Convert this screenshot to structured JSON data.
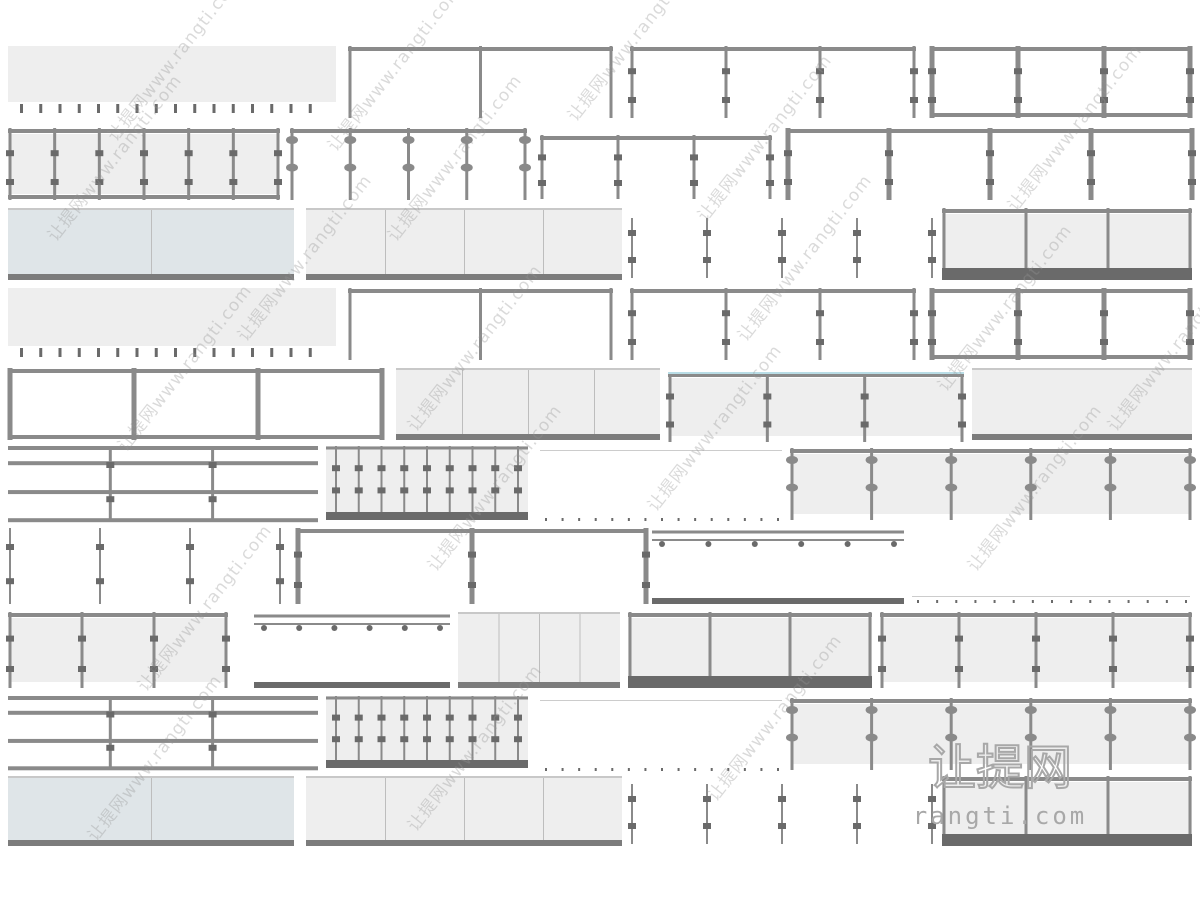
{
  "sheet": {
    "kind": "railing-model-catalog",
    "background": "#ffffff",
    "colors": {
      "glass": "#eeeeee",
      "glass_tint": "#dfe5e8",
      "glass_blue_edge": "#b9dde6",
      "metal": "#8a8a8a",
      "metal_dark": "#6a6a6a",
      "base": "#7c7c7c",
      "watermark": "#b4b4b4"
    }
  },
  "watermark": {
    "text": "让提网www.rangti.com",
    "logo_cn": "让提网",
    "logo_en": "rangti.com",
    "icon": "rangti-logo"
  }
}
